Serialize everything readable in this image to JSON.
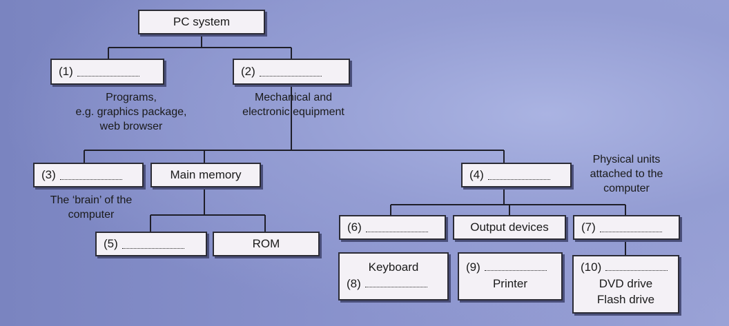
{
  "root": "PC system",
  "level1": {
    "software_box": "(1)",
    "hardware_box": "(2)",
    "software_note": [
      "Programs,",
      "e.g. graphics package,",
      "web browser"
    ],
    "hardware_note": [
      "Mechanical and",
      "electronic equipment"
    ]
  },
  "level2": {
    "cpu_box": "(3)",
    "cpu_note": [
      "The ‘brain’ of the",
      "computer"
    ],
    "main_memory": "Main memory",
    "peripherals_box": "(4)",
    "peripherals_note": [
      "Physical units",
      "attached to the",
      "computer"
    ]
  },
  "memory": {
    "ram_box": "(5)",
    "rom": "ROM"
  },
  "devices": {
    "input_box": "(6)",
    "output": "Output devices",
    "storage_box": "(7)"
  },
  "examples": {
    "input_item": "Keyboard",
    "input_blank": "(8)",
    "output_blank": "(9)",
    "output_item": "Printer",
    "storage_blank": "(10)",
    "storage_items": [
      "DVD drive",
      "Flash drive"
    ]
  }
}
